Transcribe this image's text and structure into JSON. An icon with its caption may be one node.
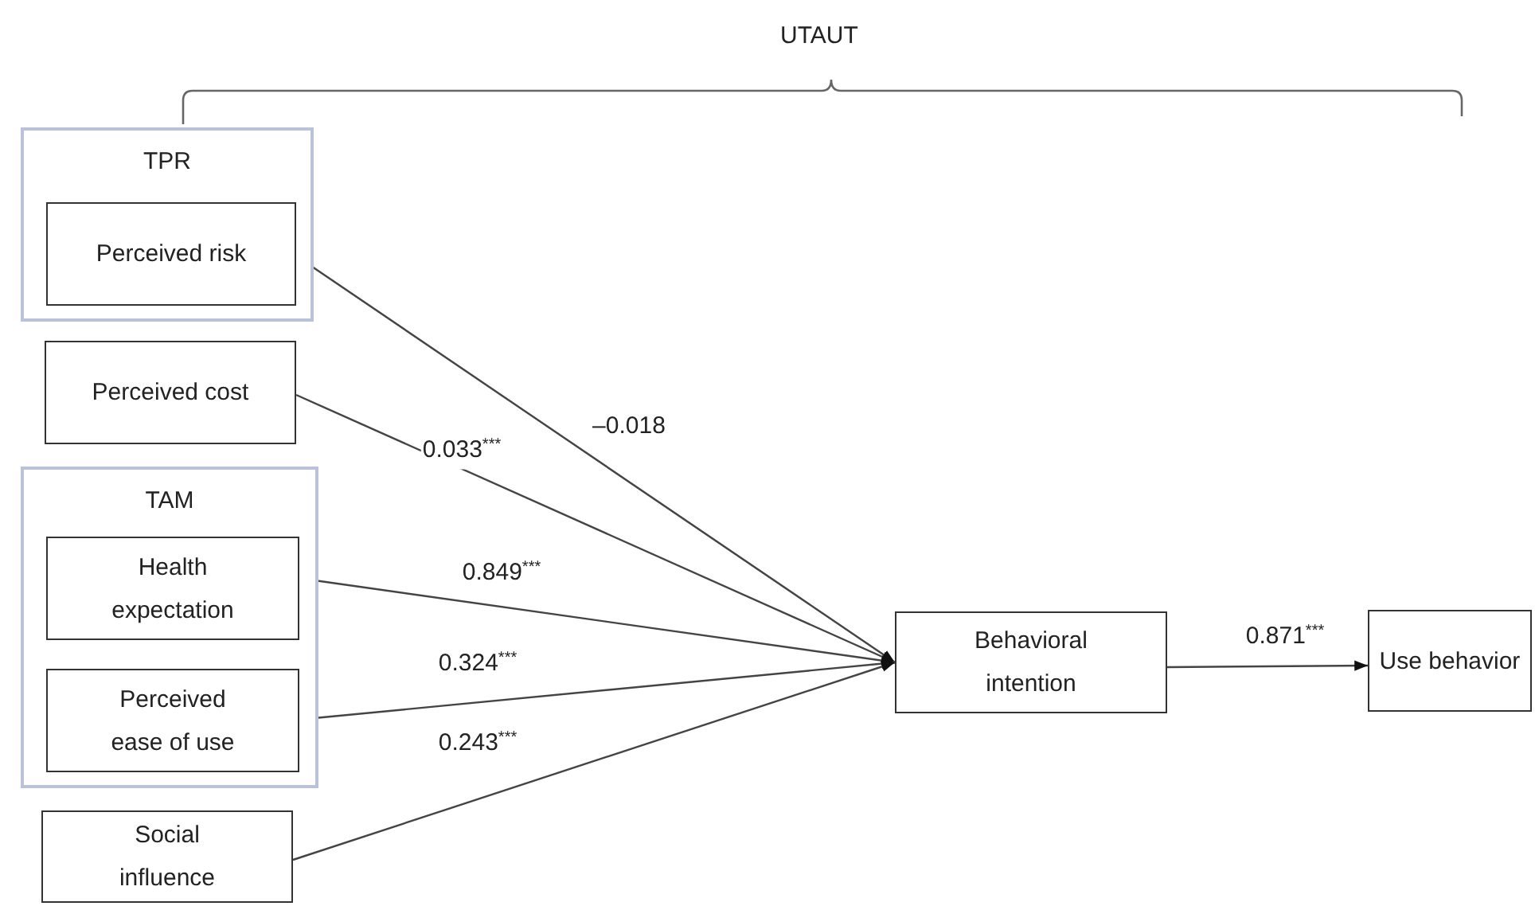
{
  "diagram": {
    "nodes": [
      {
        "text": [
          "TPR"
        ]
      },
      {
        "text": [
          "Perceived risk"
        ],
        "in": 0
      },
      {
        "text": [
          "Perceived cost"
        ]
      },
      {
        "text": [
          "TAM"
        ]
      },
      {
        "text": [
          "Health expectation"
        ],
        "in": 3
      },
      {
        "text": [
          "Perceived ease of use"
        ],
        "in": 3
      },
      {
        "text": [
          "Social influence"
        ]
      },
      {
        "text": [
          "Behavioral intention"
        ]
      },
      {
        "text": [
          "Use behavior"
        ]
      }
    ],
    "edges": [
      {
        "from": 1,
        "to": 7,
        "arrow": "to",
        "label": "–0.018"
      },
      {
        "from": 2,
        "to": 7,
        "arrow": "to",
        "label": "0.033$^{***}$"
      },
      {
        "from": 4,
        "to": 7,
        "arrow": "to",
        "label": "0.849$^{***}$"
      },
      {
        "from": 5,
        "to": 7,
        "arrow": "to",
        "label": "0.324$^{***}$"
      },
      {
        "from": 6,
        "to": 7,
        "arrow": "to",
        "label": "0.243$^{***}$"
      },
      {
        "from": 7,
        "to": 8,
        "arrow": "to",
        "label": "0.871$^{***}$"
      }
    ],
    "labels": [
      "UTAUT"
    ]
  }
}
